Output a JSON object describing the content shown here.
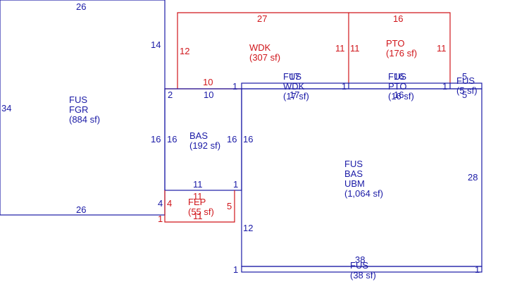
{
  "areas": {
    "fus_fgr": {
      "l1": "FUS",
      "l2": "FGR",
      "l3": "(884 sf)"
    },
    "wdk": {
      "l1": "WDK",
      "l2": "(307 sf)"
    },
    "pto": {
      "l1": "PTO",
      "l2": "(176 sf)"
    },
    "bas": {
      "l1": "BAS",
      "l2": "(192 sf)"
    },
    "fus_bas_ubm": {
      "l1": "FUS",
      "l2": "BAS",
      "l3": "UBM",
      "l4": "(1,064 sf)"
    },
    "fep": {
      "l1": "FEP",
      "l2": "(55 sf)"
    },
    "fus_wdk_strip": {
      "l1": "FUS",
      "l2": "WDK",
      "l3": "(17 sf)"
    },
    "fus_pto_strip": {
      "l1": "FUS",
      "l2": "PTO",
      "l3": "(16 sf)"
    },
    "fus_small": {
      "l1": "FUS",
      "l2": "(5 sf)"
    },
    "fus_bottom": {
      "l1": "FUS",
      "l2": "(38 sf)"
    }
  },
  "dims": {
    "fgr_top": "26",
    "fgr_left": "34",
    "fgr_right": "14",
    "fgr_bottom": "26",
    "wdk_top": "27",
    "wdk_left": "12",
    "wdk_right": "11",
    "wdk_bottom": "10",
    "pto_top": "16",
    "pto_left": "11",
    "pto_right": "11",
    "bas_top": "10",
    "bas_left": "16",
    "bas_right": "16",
    "bas_bottom": "11",
    "bas_corner": "2",
    "strip_wdk_top": "17",
    "strip_wdk_bottom": "17",
    "strip_pto_top": "16",
    "strip_pto_bottom": "16",
    "small_top": "5",
    "small_bottom": "5",
    "main_right": "28",
    "main_left_upper": "16",
    "main_left_lower": "12",
    "main_bottom": "38",
    "fep_top": "11",
    "fep_bottom": "11",
    "fep_left": "4",
    "fep_right": "5",
    "one_a": "1",
    "one_b": "1",
    "one_c": "1",
    "one_d": "1",
    "one_e": "1",
    "one_f": "1",
    "one_g": "1",
    "one_h": "1",
    "fgr_corner": "4"
  }
}
